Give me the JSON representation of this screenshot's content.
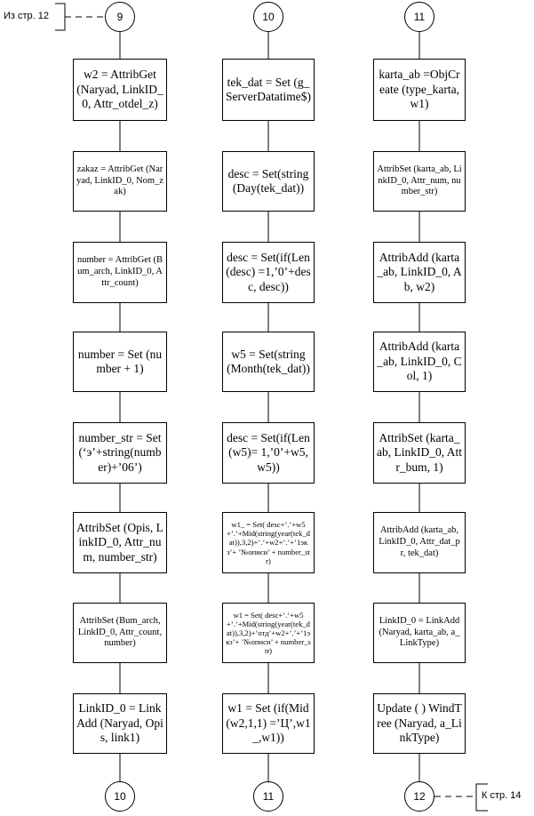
{
  "connectors": {
    "col1_top": "9",
    "col2_top": "10",
    "col3_top": "11",
    "col1_bottom": "10",
    "col2_bottom": "11",
    "col3_bottom": "12"
  },
  "references": {
    "from_page": "Из стр. 12",
    "to_page": "К стр. 14"
  },
  "columns": [
    {
      "boxes": [
        "w2 = AttribGet (Naryad, LinkID_0, Attr_otdel_z)",
        "zakaz = AttribGet (Naryad, LinkID_0, Nom_zak)",
        "number = AttribGet (Bum_arch, LinkID_0, Attr_count)",
        "number = Set (number + 1)",
        "number_str = Set (‘э’+string(number)+’06’)",
        "AttribSet (Opis, LinkID_0, Attr_num, number_str)",
        "AttribSet (Bum_arch, LinkID_0, Attr_count, number)",
        "LinkID_0 = LinkAdd (Naryad, Opis, link1)"
      ]
    },
    {
      "boxes": [
        "tek_dat = Set (g_ServerDatatime$)",
        "desc = Set(string(Day(tek_dat))",
        "desc = Set(if(Len(desc) =1,’0’+desc, desc))",
        "w5 = Set(string(Month(tek_dat))",
        "desc = Set(if(Len(w5)= 1,’0’+w5, w5))",
        "w1_ = Set( desc+’.’+w5+’.’+Mid(string(year(tek_dat)),3,2)+’.’+w2+’.’+’1экз’+ ’№описи’ + number_str)",
        "w1 = Set( desc+’.’+w5+’.’+Mid(string(year(tek_dat)),3,2)+’отд’+w2+’.’+’1экз’+ ’№описи’ + number_str)",
        "w1 = Set (if(Mid(w2,1,1) =’Ц’,w1_,w1))"
      ]
    },
    {
      "boxes": [
        "karta_ab =ObjCreate (type_karta, w1)",
        "AttribSet (karta_ab, LinkID_0, Attr_num, number_str)",
        "AttribAdd (karta_ab, LinkID_0, Ab, w2)",
        "AttribAdd (karta_ab, LinkID_0, Col, 1)",
        "AttribSet (karta_ab, LinkID_0, Attr_bum, 1)",
        "AttribAdd (karta_ab, LinkID_0, Attr_dat_pr, tek_dat)",
        "LinkID_0 = LinkAdd (Naryad, karta_ab, a_LinkType)",
        "Update ( ) WindTree (Naryad, a_LinkType)"
      ]
    }
  ]
}
